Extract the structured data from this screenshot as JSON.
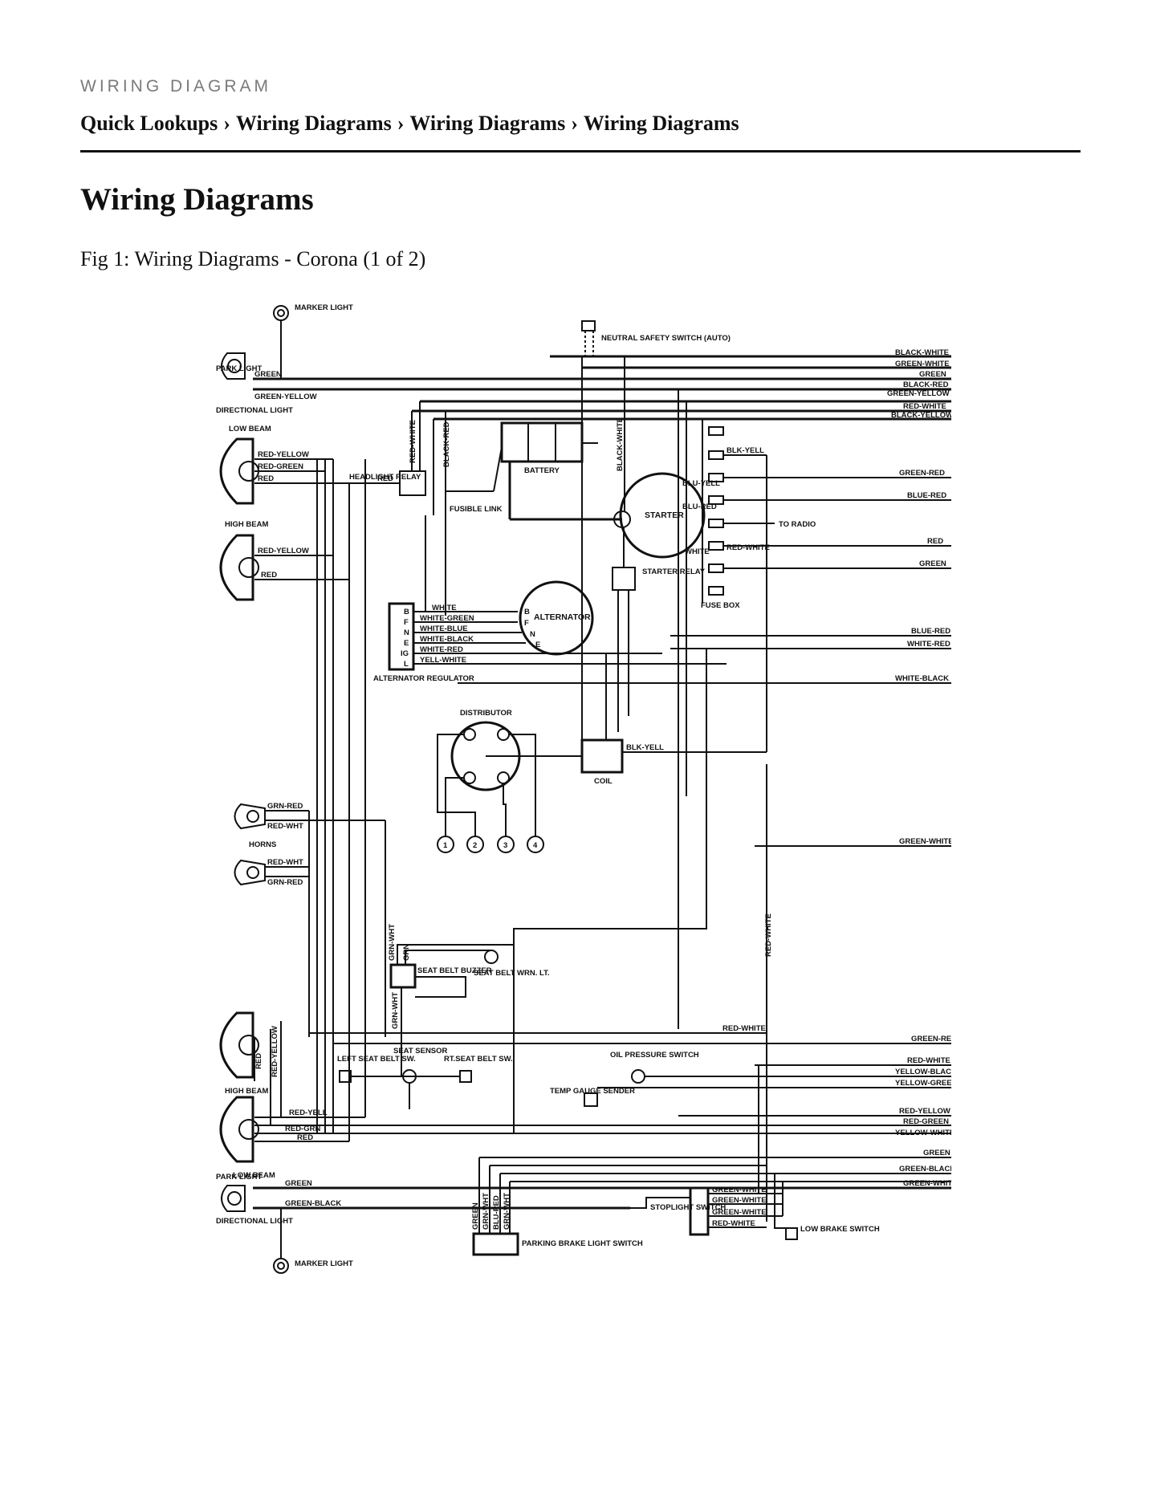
{
  "header": {
    "kicker": "WIRING DIAGRAM"
  },
  "breadcrumb": [
    "Quick Lookups",
    "Wiring Diagrams",
    "Wiring Diagrams",
    "Wiring Diagrams"
  ],
  "breadcrumb_separator": "›",
  "page_title": "Wiring Diagrams",
  "figure_caption": "Fig 1: Wiring Diagrams - Corona (1 of 2)",
  "diagram": {
    "components": {
      "marker_light_top": "MARKER LIGHT",
      "park_light_top": "PARK LIGHT",
      "directional_light_top": "DIRECTIONAL LIGHT",
      "low_beam_top": "LOW BEAM",
      "high_beam_top": "HIGH BEAM",
      "headlight_relay": "HEADLIGHT RELAY",
      "fusible_link": "FUSIBLE LINK",
      "battery": "BATTERY",
      "neutral_safety_switch": "NEUTRAL SAFETY SWITCH (AUTO)",
      "starter": "STARTER",
      "starter_relay": "STARTER RELAY",
      "alternator": "ALTERNATOR",
      "alternator_regulator": "ALTERNATOR REGULATOR",
      "distributor": "DISTRIBUTOR",
      "coil": "COIL",
      "fuse_box": "FUSE BOX",
      "to_radio": "TO RADIO",
      "horns": "HORNS",
      "seat_belt_buzzer": "SEAT BELT BUZZER",
      "seat_belt_wrn_lt": "SEAT BELT WRN. LT.",
      "left_seat_belt_sw": "LEFT SEAT BELT SW.",
      "seat_sensor": "SEAT SENSOR",
      "rt_seat_belt_sw": "RT.SEAT BELT SW.",
      "oil_pressure_switch": "OIL PRESSURE SWITCH",
      "temp_gauge_sender": "TEMP GAUGE SENDER",
      "high_beam_bottom": "HIGH BEAM",
      "low_beam_bottom": "LOW BEAM",
      "park_light_bottom": "PARK LIGHT",
      "directional_light_bottom": "DIRECTIONAL LIGHT",
      "marker_light_bottom": "MARKER LIGHT",
      "parking_brake_light_switch": "PARKING BRAKE LIGHT SWITCH",
      "stoplight_switch": "STOPLIGHT SWITCH",
      "low_brake_switch": "LOW BRAKE SWITCH"
    },
    "regulator_terminals": [
      "B",
      "F",
      "N",
      "E",
      "IG",
      "L"
    ],
    "alternator_terminals": [
      "B",
      "F",
      "N",
      "E"
    ],
    "distributor_terminals": [
      "1",
      "2",
      "3",
      "4"
    ],
    "right_edge_wires_top": [
      "BLACK-WHITE",
      "GREEN-WHITE",
      "GREEN",
      "BLACK-RED",
      "GREEN-YELLOW",
      "RED-WHITE",
      "BLACK-YELLOW"
    ],
    "fuse_box_wires": [
      "BLK-YELL",
      "GREEN-RED",
      "BLUE-RED",
      "RED",
      "GREEN",
      "BLU-YELL",
      "BLU-RED",
      "WHITE",
      "RED-WHITE"
    ],
    "right_edge_wires_mid": [
      "BLUE-RED",
      "WHITE-RED",
      "WHITE-BLACK",
      "GREEN-WHITE"
    ],
    "right_edge_wires_bottom": [
      "GREEN-RED",
      "RED-WHITE",
      "YELLOW-BLACK",
      "YELLOW-GREEN",
      "RED-YELLOW",
      "RED-GREEN",
      "YELLOW-WHITE",
      "GREEN",
      "GREEN-BLACK",
      "GREEN-WHITE"
    ],
    "wire_labels": {
      "park_top_green": "GREEN",
      "park_top_green_yellow": "GREEN-YELLOW",
      "low_top_red_yellow": "RED-YELLOW",
      "low_top_red_green": "RED-GREEN",
      "low_top_red": "RED",
      "high_top_red_yellow": "RED-YELLOW",
      "high_top_red": "RED",
      "relay_red": "RED",
      "relay_white": "WHITE",
      "relay_red_white": "RED-WHITE",
      "black_red": "BLACK-RED",
      "black_white": "BLACK-WHITE",
      "reg_white": "WHITE",
      "reg_white_green": "WHITE-GREEN",
      "reg_white_blue": "WHITE-BLUE",
      "reg_white_black": "WHITE-BLACK",
      "reg_white_red": "WHITE-RED",
      "reg_yell_white": "YELL-WHITE",
      "coil_blk_yell": "BLK-YELL",
      "horn_grn_red_1": "GRN-RED",
      "horn_red_wht_1": "RED-WHT",
      "horn_red_wht_2": "RED-WHT",
      "horn_grn_red_2": "GRN-RED",
      "buzzer_grn_wht": "GRN-WHT",
      "buzzer_grn": "GRN",
      "buzzer_grn_wht_2": "GRN-WHT",
      "red_white_vertical": "RED-WHITE",
      "red_white_horizontal": "RED-WHITE",
      "low_bottom_red_yell": "RED-YELL",
      "low_bottom_red_grn": "RED-GRN",
      "low_bottom_red": "RED",
      "high_bottom_red": "RED",
      "high_bottom_red_yellow": "RED-YELLOW",
      "park_bottom_green": "GREEN",
      "park_bottom_green_black": "GREEN-BLACK",
      "pb_green": "GREEN",
      "pb_grn_wht": "GRN-WHT",
      "pb_blu_red": "BLU-RED",
      "pb_grn_wht_2": "GRN-WHT",
      "stop_green_white_1": "GREEN-WHITE",
      "stop_green_white_2": "GREEN-WHITE",
      "stop_green_white_3": "GREEN-WHITE",
      "stop_red_white": "RED-WHITE"
    }
  }
}
